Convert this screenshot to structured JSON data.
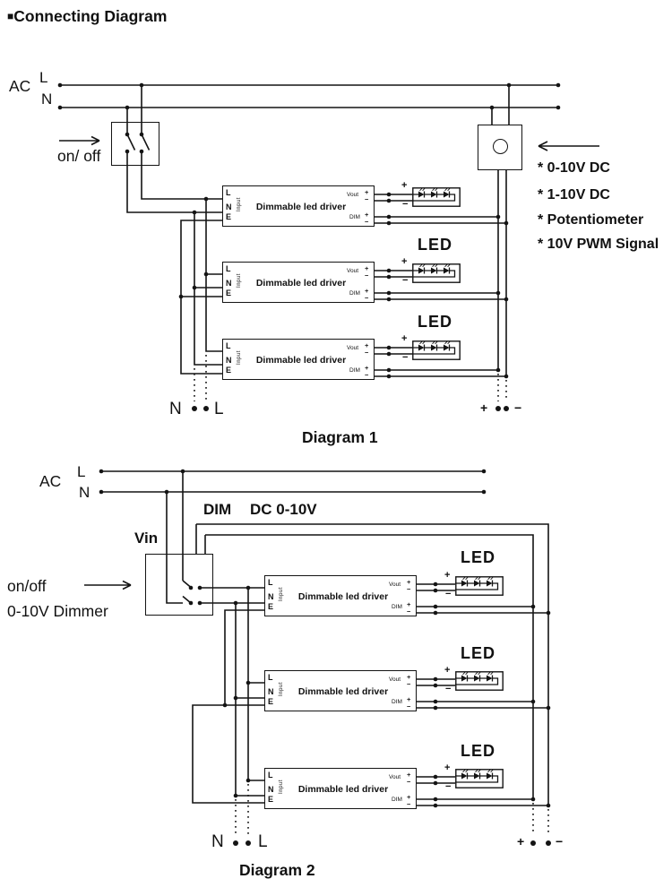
{
  "title": {
    "bullet": "■",
    "text": "Connecting Diagram"
  },
  "driver": {
    "name": "Dimmable led driver",
    "input": "Input",
    "l": "L",
    "n": "N",
    "e": "E",
    "vout": "Vout",
    "dim": "DIM",
    "plus": "+",
    "minus": "−"
  },
  "led": {
    "label": "LED",
    "plus": "+",
    "minus": "−"
  },
  "colors": {
    "line": "#141414",
    "background": "#ffffff"
  },
  "diagram1": {
    "ac": "AC",
    "l": "L",
    "n": "N",
    "switch_label": "on/ off",
    "dim_sources": [
      "* 0-10V DC",
      "* 1-10V DC",
      "* Potentiometer",
      "* 10V PWM Signal"
    ],
    "terminals": {
      "n": "N",
      "l": "L",
      "plus": "+",
      "minus": "−"
    },
    "caption": "Diagram 1"
  },
  "diagram2": {
    "ac": "AC",
    "l": "L",
    "n": "N",
    "vin": "Vin",
    "dim": "DIM",
    "dc": "DC 0-10V",
    "switch_label": "on/off",
    "dimmer_label": "0-10V Dimmer",
    "terminals": {
      "n": "N",
      "l": "L",
      "plus": "+",
      "minus": "−"
    },
    "caption": "Diagram 2"
  }
}
